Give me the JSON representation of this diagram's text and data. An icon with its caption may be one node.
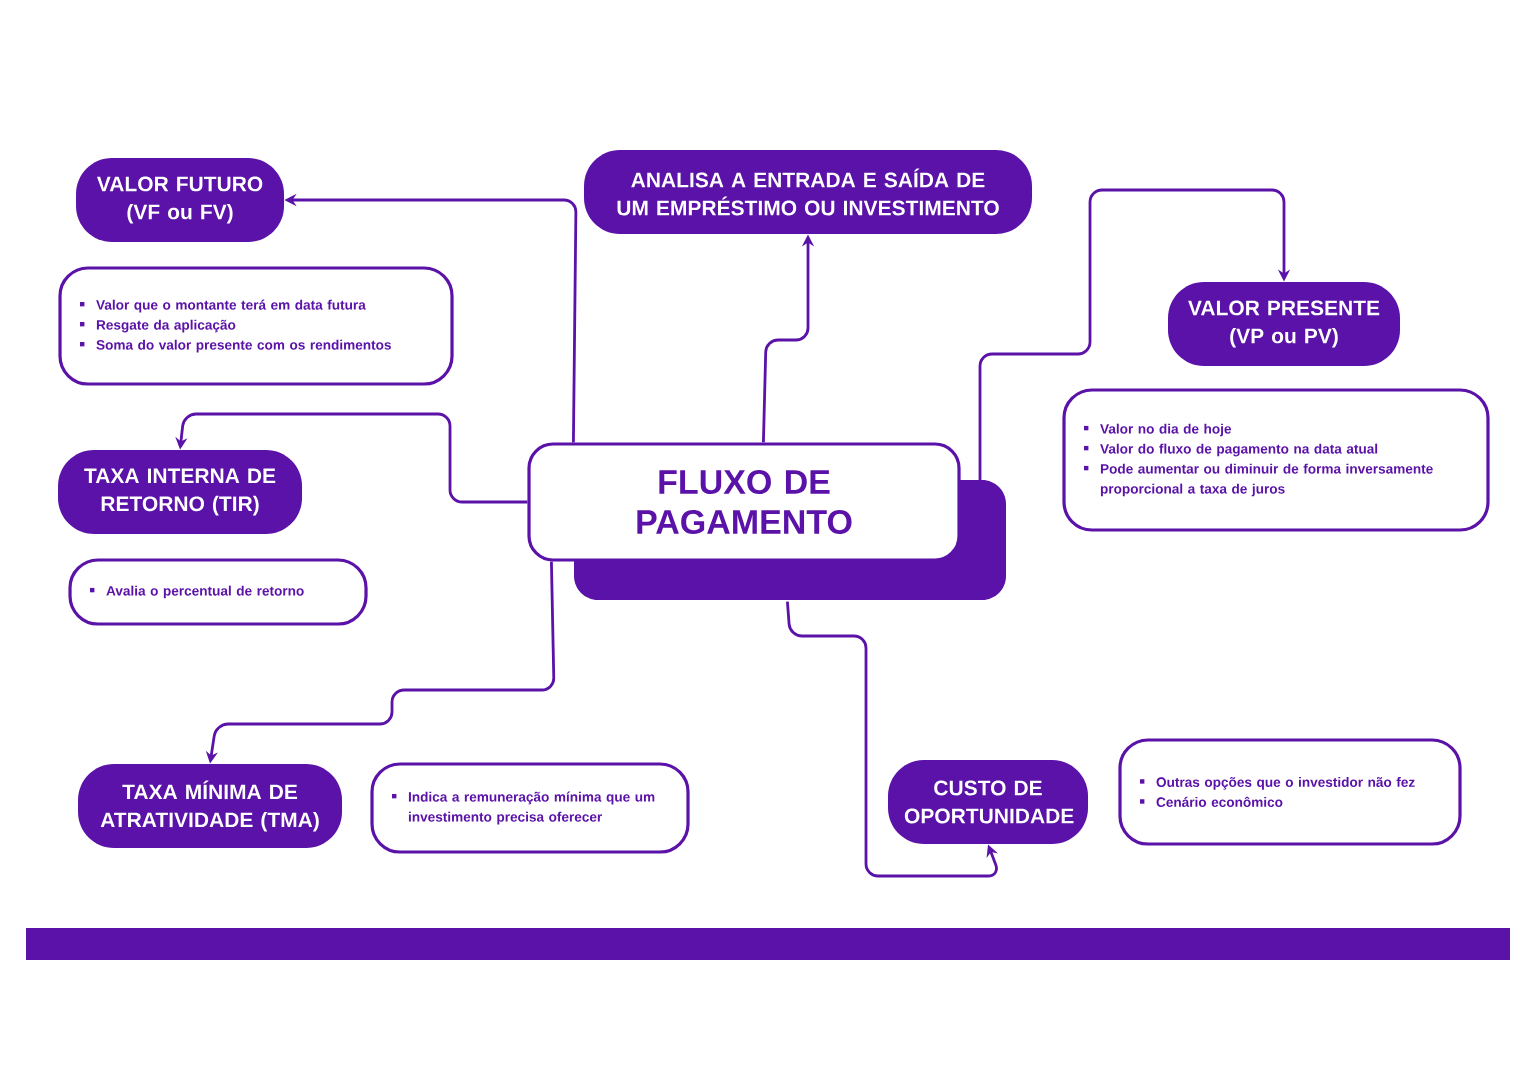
{
  "diagram": {
    "nodes": [
      {
        "text": [
          "FLUXO DE PAGAMENTO"
        ]
      },
      {
        "text": [
          "ANALISA A ENTRADA E SAÍDA DE UM EMPRÉSTIMO OU INVESTIMENTO"
        ]
      },
      {
        "text": [
          "VALOR FUTURO (VF ou FV)"
        ]
      },
      {
        "text": [
          "Valor que o montante terá em data futura",
          "Resgate da aplicação",
          "Soma do valor presente com os rendimentos"
        ]
      },
      {
        "text": [
          "VALOR PRESENTE (VP ou PV)"
        ]
      },
      {
        "text": [
          "Valor no dia de hoje",
          "Valor do fluxo de pagamento na data atual",
          "Pode aumentar ou diminuir de forma inversamente proporcional a taxa de juros"
        ]
      },
      {
        "text": [
          "TAXA INTERNA DE RETORNO (TIR)"
        ]
      },
      {
        "text": [
          "Avalia o percentual de retorno"
        ]
      },
      {
        "text": [
          "TAXA MÍNIMA DE ATRATIVIDADE (TMA)"
        ]
      },
      {
        "text": [
          "Indica a remuneração mínima que um investimento precisa oferecer"
        ]
      },
      {
        "text": [
          "CUSTO DE OPORTUNIDADE"
        ]
      },
      {
        "text": [
          "Outras opções que o investidor não fez",
          "Cenário econômico"
        ]
      }
    ],
    "edges": [
      {
        "from": 0,
        "to": 1,
        "arrow": "to"
      },
      {
        "from": 0,
        "to": 2,
        "arrow": "to"
      },
      {
        "from": 0,
        "to": 4,
        "arrow": "to"
      },
      {
        "from": 0,
        "to": 6,
        "arrow": "to"
      },
      {
        "from": 0,
        "to": 8,
        "arrow": "to"
      },
      {
        "from": 0,
        "to": 10,
        "arrow": "to"
      }
    ]
  }
}
